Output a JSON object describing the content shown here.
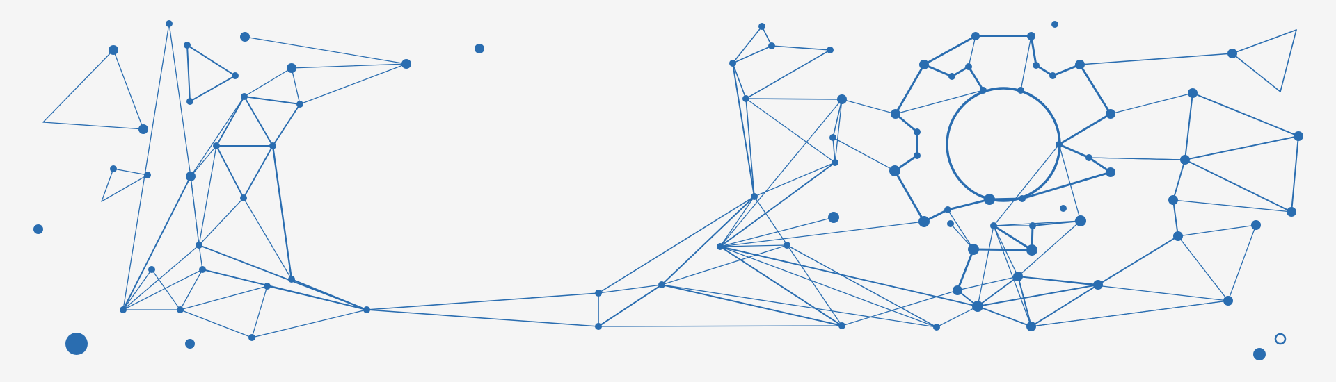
{
  "colors": {
    "background": "#f5f5f5",
    "network": "#2a6db0"
  },
  "illustration": {
    "kind": "network-graph-with-gear",
    "elements": [
      "nodes",
      "edges",
      "gear-ring",
      "open-ring"
    ]
  }
}
